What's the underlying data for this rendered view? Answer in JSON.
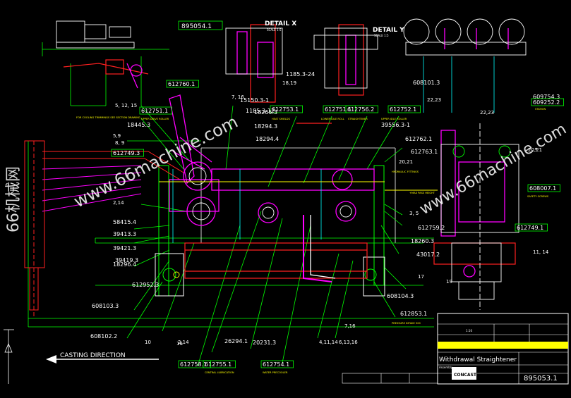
{
  "drawing": {
    "title": "Withdrawal Straightener",
    "subtitle": "Assembly",
    "drawing_number": "895053.1",
    "top_ref": "895054.1",
    "casting_direction": "CASTING DIRECTION",
    "detail_x": "DETAIL X",
    "detail_y": "DETAIL Y",
    "scale_label": "SCALE 1:5",
    "watermark": "www.66machine.com",
    "watermark_cn": "66机械网",
    "logo_text": "CONCAST",
    "scale_value": "1:10"
  },
  "callouts": [
    "612751.1",
    "612753.1",
    "612751.1",
    "612756.2",
    "612752.1",
    "612760.1",
    "612749.3",
    "612755.1",
    "612754.1",
    "612758.1",
    "608101.3",
    "608103.3",
    "608102.2",
    "608104.3",
    "612952.3",
    "612759.2",
    "612762.1",
    "612763.1",
    "612853.1",
    "612749.1",
    "608007.1",
    "609754.3",
    "609252.2",
    "43017.2",
    "18260.3",
    "18294.3",
    "18265.3",
    "18294.4",
    "39413.3",
    "39421.3",
    "39419.3",
    "58415.4",
    "18296.4",
    "39556.3-1",
    "15150.3-1",
    "1185.3-24",
    "1185.3-12",
    "26294.1",
    "20231.3",
    "18445.3"
  ],
  "dims": [
    "5, 12, 15",
    "8, 9",
    "2,14",
    "7, 16",
    "22,23",
    "22,23",
    "20,21",
    "20,21",
    "3, 5",
    "11, 14",
    "17",
    "10",
    "19",
    "4,11,14",
    "6,13,16",
    "7,16",
    "16",
    "2,14",
    "18,19",
    "5,9"
  ],
  "notes": [
    "FOR COOLING TRIMMINGS SEE SECTION DRAWING",
    "UPPER DRIVE ROLLER",
    "HEAT SHIELDS",
    "LOWER IDLE ROLL",
    "STRAIGHTENER",
    "UPPER IDLE ROLLER",
    "CENTRAL LUBRICATION",
    "WATER PRECOOLER",
    "+MAX PASS HEIGHT",
    "SAFETY SCREWS",
    "STATION",
    "HYDRAULIC FITTINGS",
    "PRESSURE INTAKE 500"
  ],
  "colors": {
    "line": "#00ff00",
    "accent": "#ff00ff",
    "red": "#ff2020",
    "white": "#ffffff",
    "yellow": "#ffff00",
    "cyan": "#00ffff",
    "watermark": "#ffffff"
  }
}
